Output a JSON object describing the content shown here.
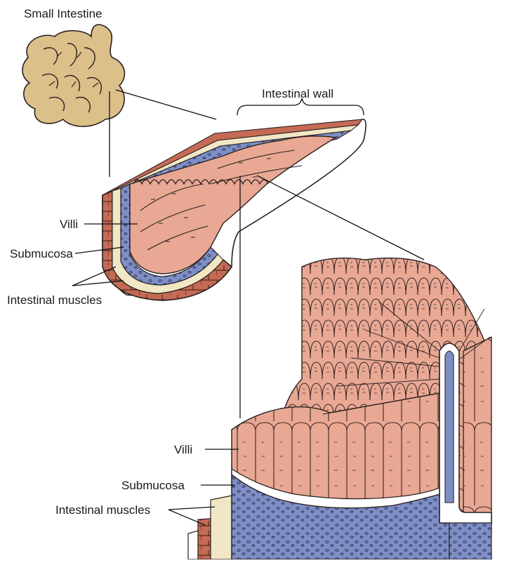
{
  "labels": {
    "small_intestine": "Small Intestine",
    "intestinal_wall": "Intestinal wall",
    "villi_top": "Villi",
    "submucosa_top": "Submucosa",
    "muscles_top": "Intestinal muscles",
    "villi_bottom": "Villi",
    "submucosa_bottom": "Submucosa",
    "muscles_bottom": "Intestinal muscles"
  },
  "colors": {
    "intestine_tan": "#dcc08a",
    "villi_pink": "#e8a893",
    "submucosa_blue": "#7e8fc6",
    "muscle_cream": "#f1e7c6",
    "muscle_red": "#c56b55",
    "outline": "#2a2020"
  }
}
